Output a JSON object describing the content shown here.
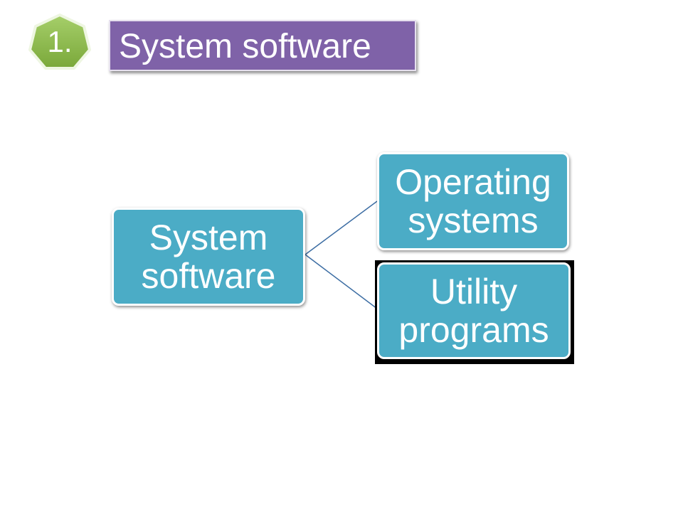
{
  "slide": {
    "badge": {
      "number": "1.",
      "color": "#8bbb48"
    },
    "title": {
      "text": "System software",
      "color": "#7f62a8"
    }
  },
  "diagram": {
    "node_color": "#4bacc6",
    "connector_color": "#3c6da3",
    "root": {
      "text": "System software"
    },
    "children": [
      {
        "text": "Operating systems"
      },
      {
        "text": "Utility programs"
      }
    ]
  }
}
